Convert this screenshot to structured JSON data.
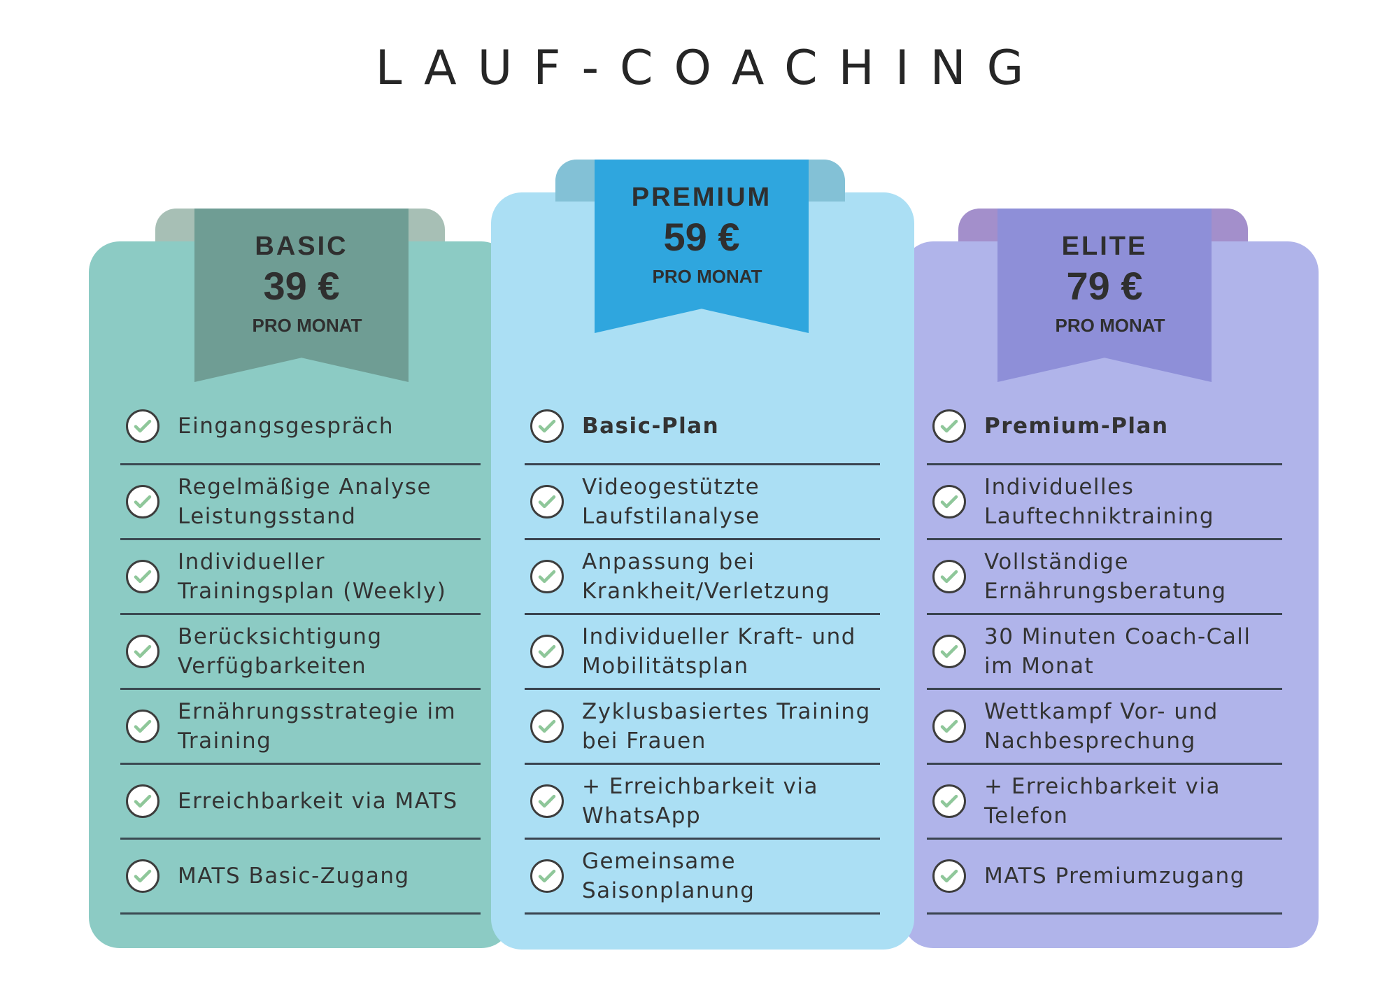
{
  "title": "LAUF-COACHING",
  "colors": {
    "basic_card": "#8ccbc4",
    "basic_ribbon": "#6f9d94",
    "premium_card": "#abdff4",
    "premium_ribbon": "#2fa6de",
    "elite_card": "#b0b4ea",
    "elite_ribbon": "#8e8fd8",
    "check_mark": "#8fc79a"
  },
  "icons": {
    "feature": "check-circle-icon"
  },
  "plans": {
    "basic": {
      "tier": "BASIC",
      "price": "39 €",
      "per": "PRO MONAT",
      "features": [
        {
          "text": "Eingangsgespräch"
        },
        {
          "text": "Regelmäßige Analyse Leistungsstand"
        },
        {
          "text": "Individueller Trainingsplan (Weekly)"
        },
        {
          "text": "Berücksichtigung Verfügbarkeiten"
        },
        {
          "text": "Ernährungsstrategie im Training"
        },
        {
          "text": "Erreichbarkeit via MATS"
        },
        {
          "text": "MATS Basic-Zugang"
        }
      ]
    },
    "premium": {
      "tier": "PREMIUM",
      "price": "59 €",
      "per": "PRO MONAT",
      "features": [
        {
          "text": "Basic-Plan"
        },
        {
          "text": "Videogestützte Laufstilanalyse"
        },
        {
          "text": "Anpassung bei Krankheit/Verletzung"
        },
        {
          "text": "Individueller Kraft- und Mobilitätsplan"
        },
        {
          "text": "Zyklusbasiertes Training bei Frauen"
        },
        {
          "text": "+ Erreichbarkeit via WhatsApp"
        },
        {
          "text": "Gemeinsame Saisonplanung"
        }
      ]
    },
    "elite": {
      "tier": "ELITE",
      "price": "79 €",
      "per": "PRO MONAT",
      "features": [
        {
          "text": "Premium-Plan"
        },
        {
          "text": "Individuelles Lauftechniktraining"
        },
        {
          "text": "Vollständige Ernährungsberatung"
        },
        {
          "text": "30 Minuten Coach-Call im Monat"
        },
        {
          "text": "Wettkampf Vor- und Nachbesprechung"
        },
        {
          "text": "+ Erreichbarkeit via Telefon"
        },
        {
          "text": "MATS Premiumzugang"
        }
      ]
    }
  }
}
